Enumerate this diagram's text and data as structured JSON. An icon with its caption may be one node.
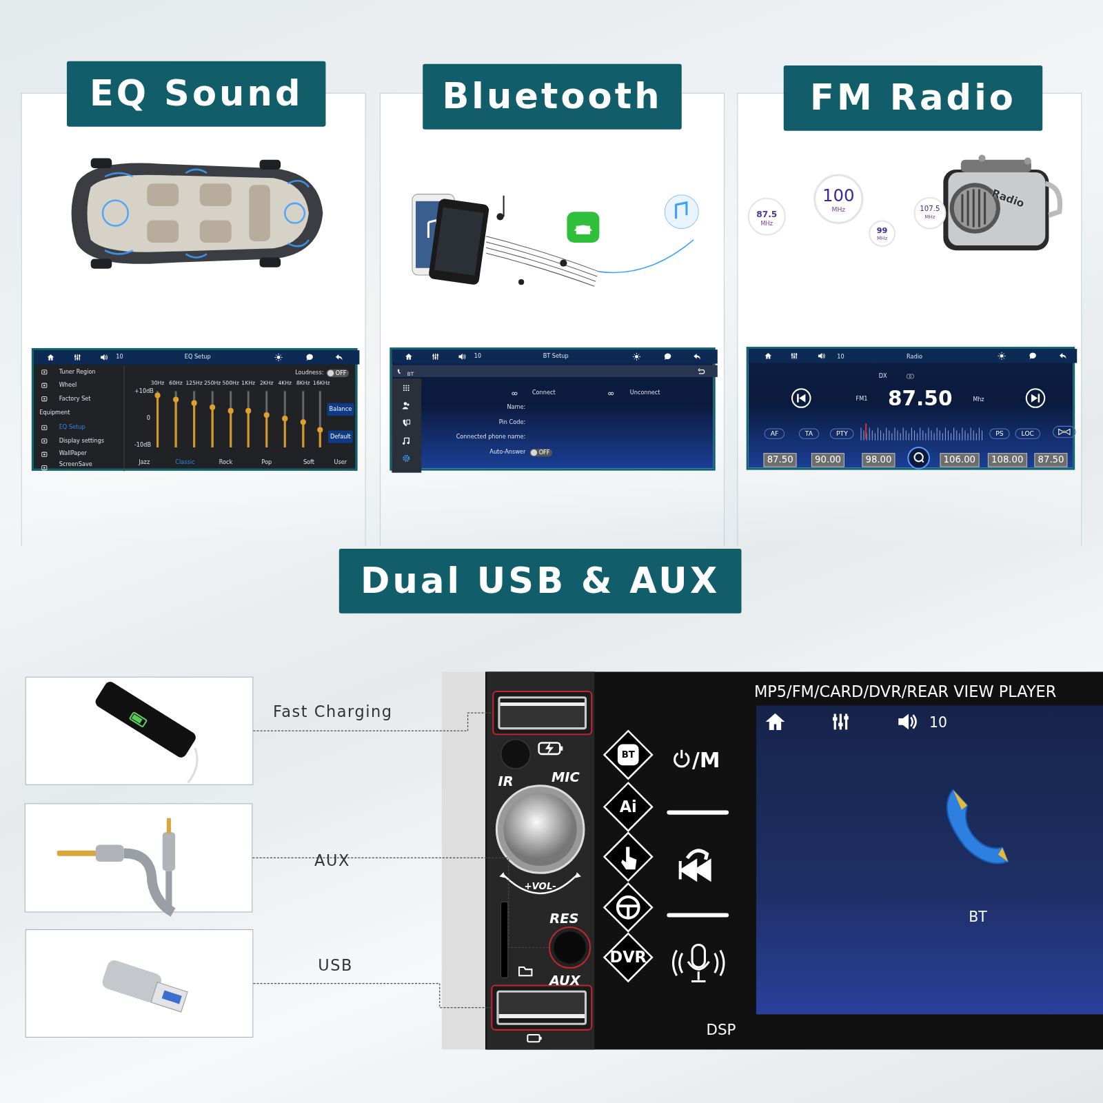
{
  "diagram": {
    "nodes": [
      {
        "text": [
          "EQ Sound"
        ]
      },
      {
        "text": [
          "Bluetooth"
        ]
      },
      {
        "text": [
          "FM Radio"
        ]
      },
      {
        "text": [
          "10",
          "EQ Setup",
          "Tuner Region",
          "Wheel",
          "Factory Set",
          "Equipment",
          "EQ Setup",
          "Display settings",
          "WallPaper",
          "ScreenSave",
          "Loudness:",
          "OFF",
          "30Hz",
          "60Hz",
          "125Hz",
          "250Hz",
          "500Hz",
          "1KHz",
          "2KHz",
          "4KHz",
          "8KHz",
          "16KHz",
          "+10dB",
          "0",
          "-10dB",
          "Balance",
          "Default",
          "Jazz",
          "Classic",
          "Rock",
          "Pop",
          "Soft",
          "User"
        ],
        "in": 0
      },
      {
        "text": [
          "10",
          "BT Setup",
          "BT",
          "Connect",
          "Unconnect",
          "Name:",
          "Pin Code:",
          "Connected phone name:",
          "Auto-Answer",
          "OFF"
        ],
        "in": 1
      },
      {
        "text": [
          "10",
          "Radio",
          "DX",
          "FM1",
          "87.50",
          "Mhz",
          "AF",
          "TA",
          "PTY",
          "PS",
          "LOC",
          "87.50",
          "90.00",
          "98.00",
          "106.00",
          "108.00",
          "87.50"
        ],
        "in": 2
      },
      {
        "text": [
          "Dual USB & AUX"
        ]
      },
      {
        "text": [],
        "shape": "picture"
      },
      {
        "text": [],
        "shape": "picture"
      },
      {
        "text": [],
        "shape": "picture"
      },
      {
        "text": [
          "IR",
          "MIC",
          "+VOL-",
          "RES",
          "AUX",
          "BT",
          "Ai",
          "DVR",
          "/M",
          "MP5/FM/CARD/DVR/REAR VIEW PLAYER",
          "10",
          "BT",
          "DSP"
        ]
      },
      {
        "text": [],
        "shape": "box",
        "in": 10
      },
      {
        "text": [],
        "shape": "circle",
        "in": 10
      },
      {
        "text": [],
        "shape": "box",
        "in": 10
      }
    ],
    "edges": [
      {
        "from": 7,
        "to": 11,
        "arrow": "none",
        "label": "Fast Charging",
        "style": "dashed"
      },
      {
        "from": 8,
        "to": 12,
        "arrow": "none",
        "label": "AUX",
        "style": "dashed"
      },
      {
        "from": 9,
        "to": 13,
        "arrow": "none",
        "label": "USB",
        "style": "dashed"
      }
    ],
    "labels": [
      "87.5",
      "MHz",
      "100",
      "MHz",
      "107.5",
      "MHz",
      "99",
      "MHz",
      "Radio"
    ]
  }
}
